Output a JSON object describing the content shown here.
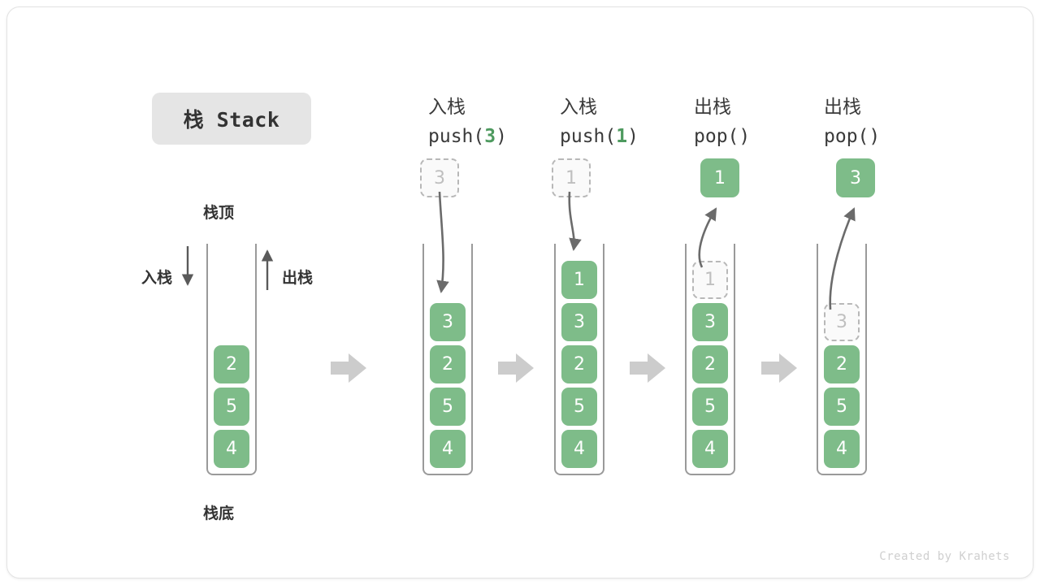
{
  "title": {
    "label": "栈 Stack"
  },
  "legend": {
    "top_label": "栈顶",
    "bottom_label": "栈底",
    "push_label": "入栈",
    "pop_label": "出栈"
  },
  "footer": {
    "credit": "Created by Krahets"
  },
  "colors": {
    "cell_fill": "#7ebc89",
    "cell_text": "#ffffff",
    "ghost_border": "#b8b8b8",
    "ghost_text": "#bfbfbf",
    "wall": "#9a9a9a",
    "arrow": "#6b6b6b",
    "step_arrow": "#cccccc",
    "chip_bg": "#e5e5e5",
    "accent_number": "#4e9a5f"
  },
  "columns": [
    {
      "id": "initial",
      "header_cn": "",
      "header_code": "",
      "code_prefix": "",
      "code_arg": "",
      "code_suffix": "",
      "floating": null,
      "cells": [
        {
          "value": "2",
          "state": "filled"
        },
        {
          "value": "5",
          "state": "filled"
        },
        {
          "value": "4",
          "state": "filled"
        }
      ]
    },
    {
      "id": "push-3",
      "header_cn": "入栈",
      "header_code": "push(3)",
      "code_prefix": "push(",
      "code_arg": "3",
      "code_suffix": ")",
      "floating": {
        "value": "3",
        "state": "ghost"
      },
      "cells": [
        {
          "value": "3",
          "state": "filled"
        },
        {
          "value": "2",
          "state": "filled"
        },
        {
          "value": "5",
          "state": "filled"
        },
        {
          "value": "4",
          "state": "filled"
        }
      ]
    },
    {
      "id": "push-1",
      "header_cn": "入栈",
      "header_code": "push(1)",
      "code_prefix": "push(",
      "code_arg": "1",
      "code_suffix": ")",
      "floating": {
        "value": "1",
        "state": "ghost"
      },
      "cells": [
        {
          "value": "1",
          "state": "filled"
        },
        {
          "value": "3",
          "state": "filled"
        },
        {
          "value": "2",
          "state": "filled"
        },
        {
          "value": "5",
          "state": "filled"
        },
        {
          "value": "4",
          "state": "filled"
        }
      ]
    },
    {
      "id": "pop-1",
      "header_cn": "出栈",
      "header_code": "pop()",
      "code_prefix": "pop(",
      "code_arg": "",
      "code_suffix": ")",
      "floating": {
        "value": "1",
        "state": "filled"
      },
      "cells": [
        {
          "value": "1",
          "state": "ghost"
        },
        {
          "value": "3",
          "state": "filled"
        },
        {
          "value": "2",
          "state": "filled"
        },
        {
          "value": "5",
          "state": "filled"
        },
        {
          "value": "4",
          "state": "filled"
        }
      ]
    },
    {
      "id": "pop-3",
      "header_cn": "出栈",
      "header_code": "pop()",
      "code_prefix": "pop(",
      "code_arg": "",
      "code_suffix": ")",
      "floating": {
        "value": "3",
        "state": "filled"
      },
      "cells": [
        {
          "value": "",
          "state": "empty"
        },
        {
          "value": "3",
          "state": "ghost"
        },
        {
          "value": "2",
          "state": "filled"
        },
        {
          "value": "5",
          "state": "filled"
        },
        {
          "value": "4",
          "state": "filled"
        }
      ]
    }
  ]
}
